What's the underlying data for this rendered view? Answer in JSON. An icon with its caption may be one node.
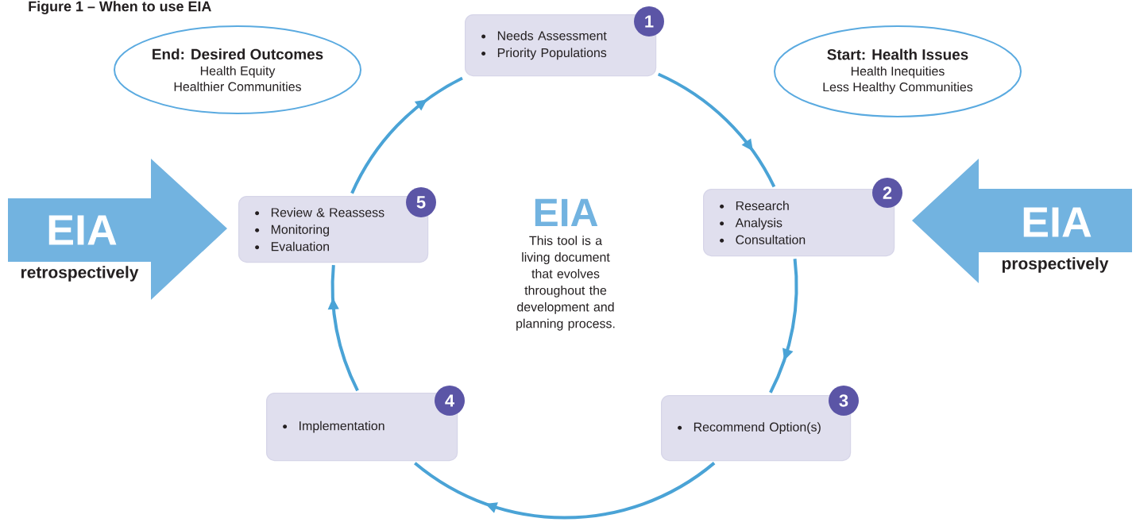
{
  "diagram": {
    "title": "Figure 1 – When to use EIA",
    "nodes": [
      {
        "text": [
          "End: Desired Outcomes",
          "Health Equity",
          "Healthier Communities"
        ]
      },
      {
        "text": [
          "Needs Assessment",
          "Priority Populations"
        ]
      },
      {
        "text": [
          "1"
        ]
      },
      {
        "text": [
          "Start: Health Issues",
          "Health Inequities",
          "Less Healthy Communities"
        ]
      },
      {
        "text": [
          "EIA"
        ],
        "beside": [
          "retrospectively"
        ]
      },
      {
        "text": [
          "Review & Reassess",
          "Monitoring",
          "Evaluation"
        ]
      },
      {
        "text": [
          "5"
        ]
      },
      {
        "text": [
          "Research",
          "Analysis",
          "Consultation"
        ]
      },
      {
        "text": [
          "2"
        ]
      },
      {
        "text": [
          "EIA"
        ],
        "beside": [
          "prospectively"
        ]
      },
      {
        "text": [
          "Implementation"
        ]
      },
      {
        "text": [
          "4"
        ]
      },
      {
        "text": [
          "Recommend Option(s)"
        ]
      },
      {
        "text": [
          "3"
        ]
      }
    ],
    "edges": [
      {
        "from": 1,
        "to": 7,
        "arrow": "to"
      },
      {
        "from": 7,
        "to": 12,
        "arrow": "to"
      },
      {
        "from": 12,
        "to": 10,
        "arrow": "to"
      },
      {
        "from": 10,
        "to": 5,
        "arrow": "to"
      },
      {
        "from": 5,
        "to": 1,
        "arrow": "to"
      }
    ],
    "labels": [
      "EIA",
      "This tool is a living document that evolves throughout the development and planning process."
    ]
  }
}
